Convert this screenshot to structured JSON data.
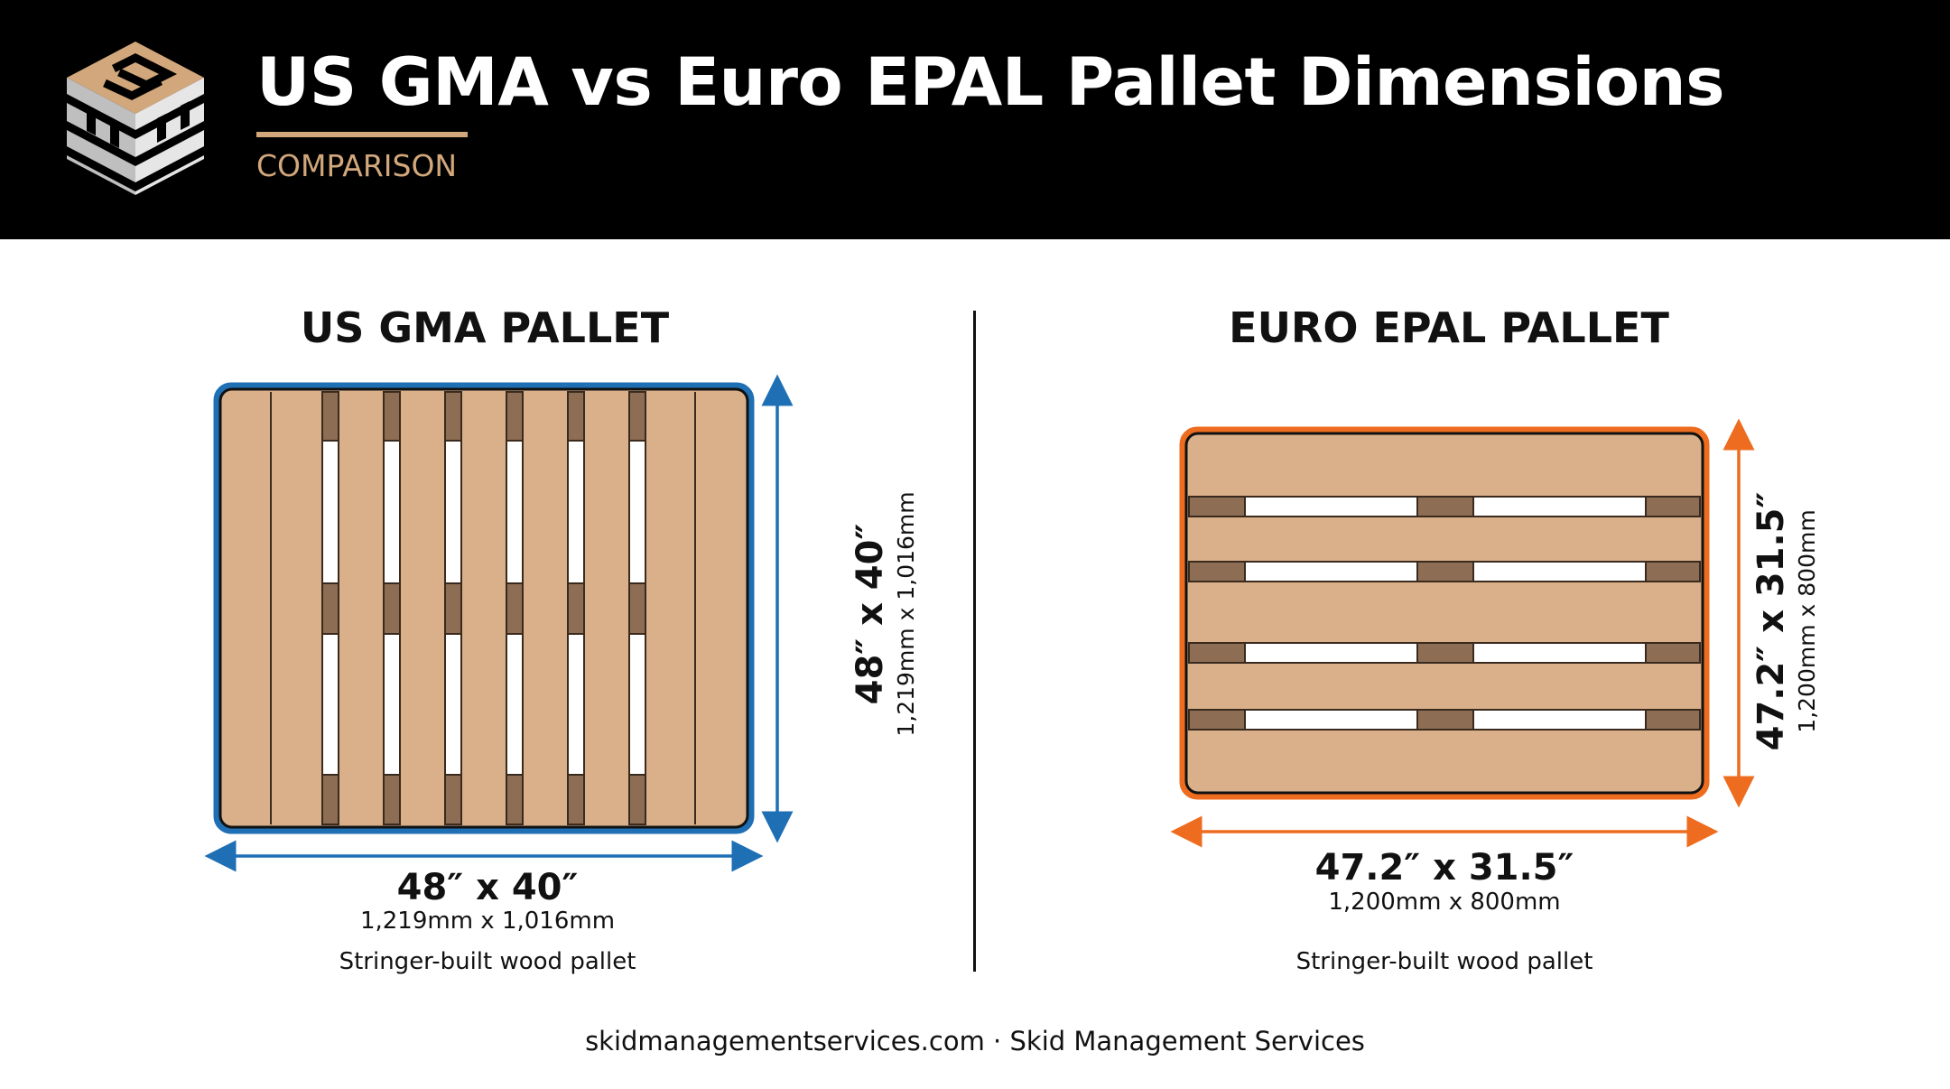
{
  "header": {
    "title": "US GMA vs Euro EPAL Pallet Dimensions",
    "subtitle": "COMPARISON",
    "logo_icon": "pallet-stack-logo-icon"
  },
  "colors": {
    "header_bg": "#000000",
    "accent_tan": "#d2a77b",
    "wood_light": "#d9b08a",
    "wood_dark": "#8d6e55",
    "us_outline": "#1f6fb5",
    "euro_outline": "#ee6c1f"
  },
  "us_pallet": {
    "heading": "US GMA PALLET",
    "width_label": "48″ x 40″",
    "width_metric": "1,219mm x 1,016mm",
    "height_label": "48″ x 40″",
    "height_metric": "1,219mm x 1,016mm",
    "caption": "Stringer-built wood pallet"
  },
  "euro_pallet": {
    "heading": "EURO EPAL PALLET",
    "width_label": "47.2″ x 31.5″",
    "width_metric": "1,200mm x 800mm",
    "height_label": "47.2″ x 31.5″",
    "height_metric": "1,200mm x 800mm",
    "caption": "Stringer-built wood pallet"
  },
  "footer": {
    "text": "skidmanagementservices.com · Skid Management Services"
  }
}
